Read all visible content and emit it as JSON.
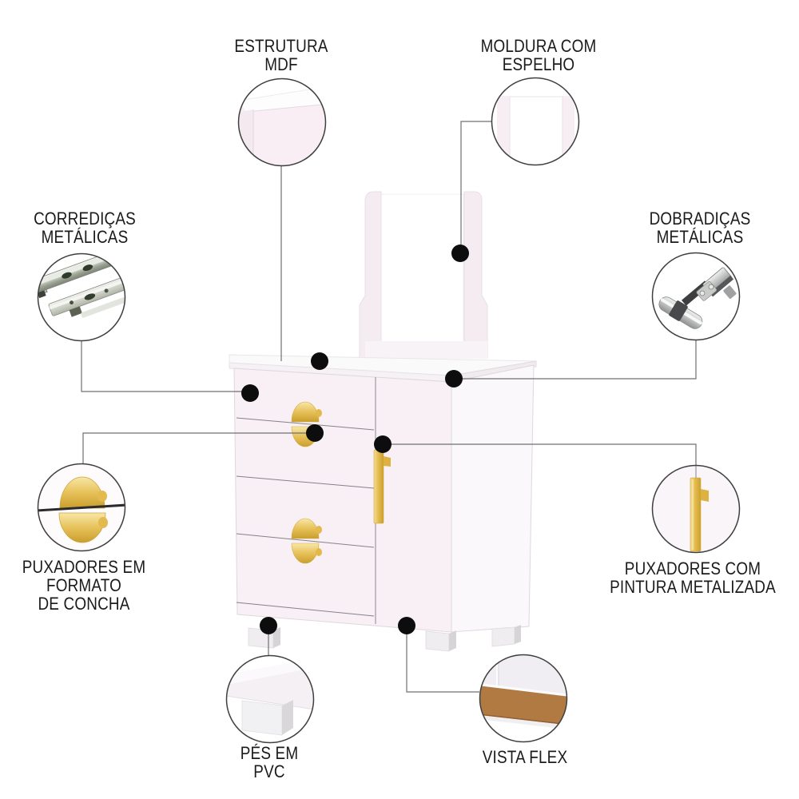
{
  "callouts": [
    {
      "id": "estrutura-mdf",
      "lines": [
        "ESTRUTURA",
        "MDF"
      ]
    },
    {
      "id": "moldura-espelho",
      "lines": [
        "MOLDURA COM",
        "ESPELHO"
      ]
    },
    {
      "id": "corredicas-metalicas",
      "lines": [
        "CORREDIÇAS",
        "METÁLICAS"
      ]
    },
    {
      "id": "dobradicas-metalicas",
      "lines": [
        "DOBRADIÇAS",
        "METÁLICAS"
      ]
    },
    {
      "id": "puxadores-concha",
      "lines": [
        "PUXADORES EM",
        "FORMATO",
        "DE CONCHA"
      ]
    },
    {
      "id": "puxadores-metalizada",
      "lines": [
        "PUXADORES COM",
        "PINTURA METALIZADA"
      ]
    },
    {
      "id": "pes-pvc",
      "lines": [
        "PÉS EM",
        "PVC"
      ]
    },
    {
      "id": "vista-flex",
      "lines": [
        "VISTA FLEX"
      ]
    }
  ],
  "colors": {
    "handle_gold": "#e3bb52",
    "flex_brown": "#b27a43",
    "furniture_pink": "#f8f0f5",
    "dot_black": "#0d0d0d",
    "connector_gray": "#707070",
    "circle_stroke": "#3f3f3f",
    "label_text": "#1b1b1b"
  }
}
